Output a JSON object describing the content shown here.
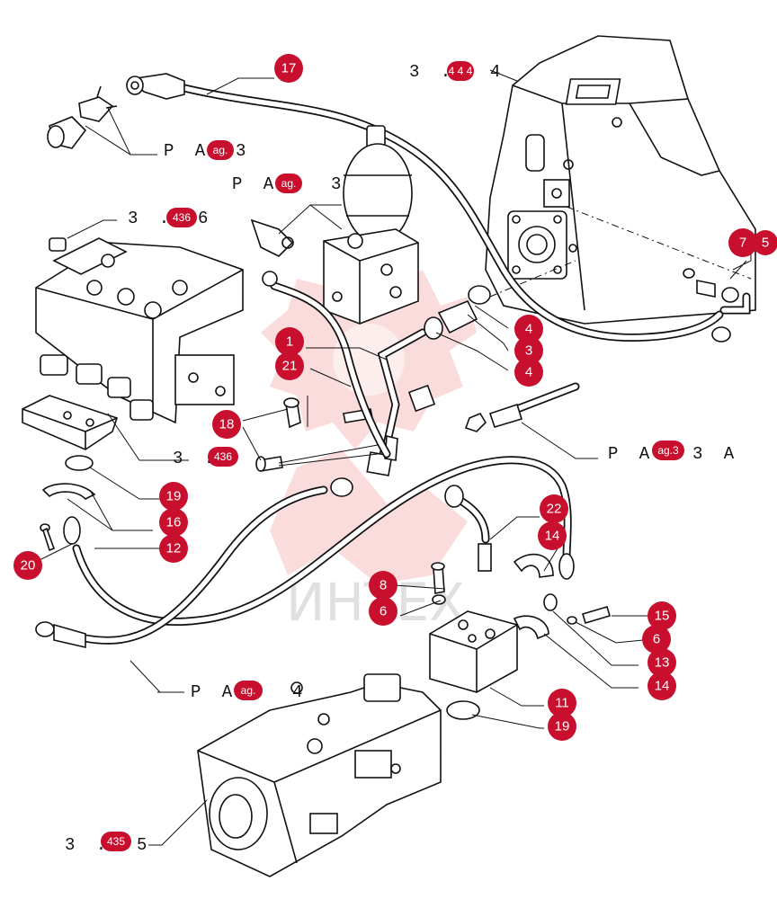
{
  "watermark": {
    "text": "ИНТЕХ"
  },
  "callouts": [
    "17",
    "7",
    "5",
    "4",
    "3",
    "4",
    "1",
    "21",
    "18",
    "19",
    "16",
    "12",
    "20",
    "22",
    "14",
    "8",
    "6",
    "15",
    "6",
    "13",
    "14",
    "11",
    "19"
  ],
  "refs": {
    "r1_a": "3 . ",
    "r1_b": "4 4 4",
    "r1_c": "4",
    "r2_a": "P A ",
    "r2_b": "ag. ",
    "r2_c": "3",
    "r3_a": "P A ",
    "r3_b": "ag. ",
    "r3_c": "3",
    "r4_a": "3 . ",
    "r4_b": "436",
    "r4_c": "6",
    "r5_a": "P A ",
    "r5_b": "ag.3",
    "r5_c": "3 A",
    "r6_a": "3 . ",
    "r6_b": "436",
    "r6_c": "",
    "r7_a": "P A ",
    "r7_b": "ag. ",
    "r7_c": "4",
    "r8_a": "3 . ",
    "r8_b": "435",
    "r8_c": "5"
  },
  "colors": {
    "accent": "#c8102e",
    "line": "#111111"
  }
}
